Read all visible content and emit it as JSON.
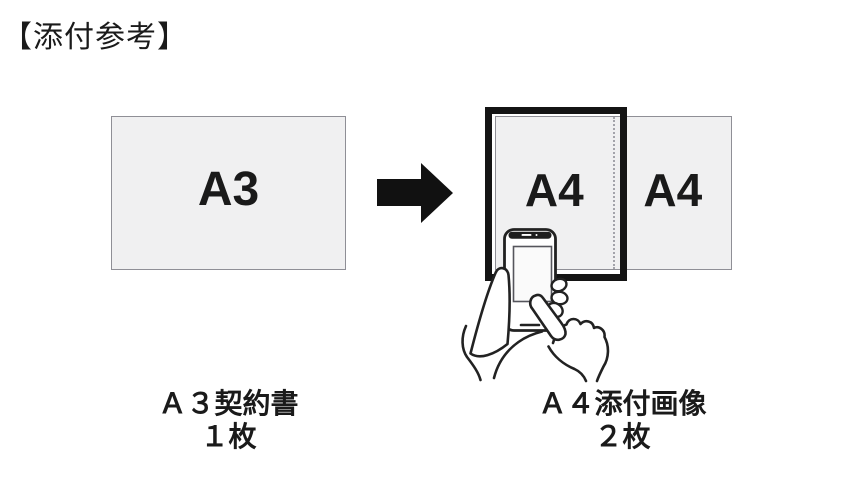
{
  "title": "【添付参考】",
  "palette": {
    "ink": "#1a1a1a",
    "paper_fill": "#f0f0f1",
    "paper_border": "#8f8f96",
    "fold_dots": "#a3a3aa",
    "frame_black": "#141414",
    "arrow_black": "#111111"
  },
  "a3_sheet": {
    "label": "A3",
    "caption_line1": "Ａ３契約書",
    "caption_line2": "１枚"
  },
  "a4_sheets": {
    "left_label": "A4",
    "right_label": "A4",
    "caption_line1": "Ａ４添付画像",
    "caption_line2": "２枚"
  },
  "icons": {
    "arrow": "right-arrow-icon",
    "phone": "smartphone-icon",
    "holding_hand": "holding-hand-icon",
    "pointing_hand": "pointing-finger-icon",
    "frame": "capture-frame"
  }
}
